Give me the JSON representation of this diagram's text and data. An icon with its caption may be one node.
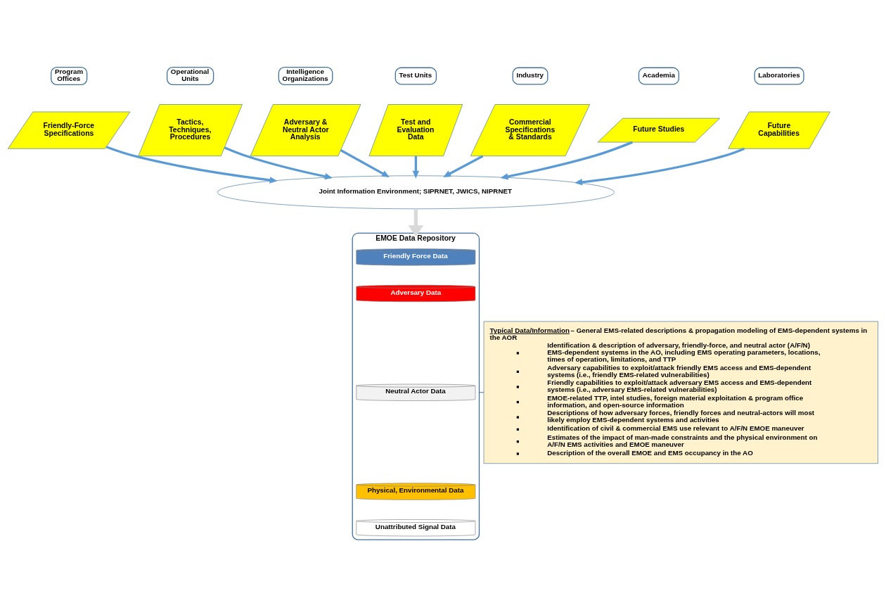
{
  "diagram": {
    "nodes": [
      {
        "text": [
          "Program Offices"
        ]
      },
      {
        "text": [
          "Operational Units"
        ]
      },
      {
        "text": [
          "Intelligence Organizations"
        ]
      },
      {
        "text": [
          "Test Units"
        ]
      },
      {
        "text": [
          "Industry"
        ]
      },
      {
        "text": [
          "Academia"
        ]
      },
      {
        "text": [
          "Laboratories"
        ]
      },
      {
        "text": [
          "Friendly-Force Specifications"
        ]
      },
      {
        "text": [
          "Tactics, Techniques, Procedures"
        ]
      },
      {
        "text": [
          "Adversary & Neutral Actor Analysis"
        ]
      },
      {
        "text": [
          "Test and Evaluation Data"
        ]
      },
      {
        "text": [
          "Commercial Specifications & Standards"
        ]
      },
      {
        "text": [
          "Future Studies"
        ]
      },
      {
        "text": [
          "Future Capabilities"
        ]
      },
      {
        "text": [
          "Joint Information Environment; SIPRNET, JWICS, NIPRNET"
        ]
      },
      {
        "text": [
          "EMOE Data Repository"
        ]
      },
      {
        "text": [
          "Friendly Force Data"
        ],
        "in": 15
      },
      {
        "text": [
          "Adversary Data"
        ],
        "in": 15
      },
      {
        "text": [
          "Neutral Actor Data"
        ],
        "in": 15
      },
      {
        "text": [
          "Physical, Environmental Data"
        ],
        "in": 15
      },
      {
        "text": [
          "Unattributed Signal Data"
        ],
        "in": 15
      },
      {
        "text": [
          "Typical Data/Information",
          "– General EMS-related descriptions & propagation modeling of EMS-dependent systems in the AOR",
          "Identification & description of adversary, friendly-force, and neutral actor (A/F/N) EMS-dependent systems in the AO, including EMS operating parameters, locations, times of operation, limitations, and TTP",
          "Adversary capabilities to exploit/attack friendly EMS access and EMS-dependent systems (i.e., friendly EMS-related vulnerabilities)",
          "Friendly capabilities to exploit/attack adversary EMS access and EMS-dependent systems (i.e., adversary EMS-related vulnerabilities)",
          "EMOE-related TTP, intel studies, foreign material exploitation & program office information, and open-source information",
          "Descriptions of how adversary forces, friendly forces and neutral-actors will most likely employ EMS-dependent systems and activities",
          "Identification of civil & commercial EMS use relevant to A/F/N EMOE maneuver",
          "Estimates of the impact of man-made constraints and the physical environment on A/F/N EMS activities and EMOE maneuver",
          "Description of the overall EMOE and EMS occupancy in the AO"
        ]
      }
    ],
    "edges": [
      {
        "from": 7,
        "to": 14,
        "arrow": "to"
      },
      {
        "from": 8,
        "to": 14,
        "arrow": "to"
      },
      {
        "from": 9,
        "to": 14,
        "arrow": "to"
      },
      {
        "from": 10,
        "to": 14,
        "arrow": "to"
      },
      {
        "from": 11,
        "to": 14,
        "arrow": "to"
      },
      {
        "from": 12,
        "to": 14,
        "arrow": "to"
      },
      {
        "from": 13,
        "to": 14,
        "arrow": "to"
      },
      {
        "from": 14,
        "to": 15,
        "arrow": "to",
        "color": "#d9d9d9"
      },
      {
        "from": 15,
        "to": 21,
        "arrow": "none",
        "color": "#41719c"
      }
    ]
  }
}
